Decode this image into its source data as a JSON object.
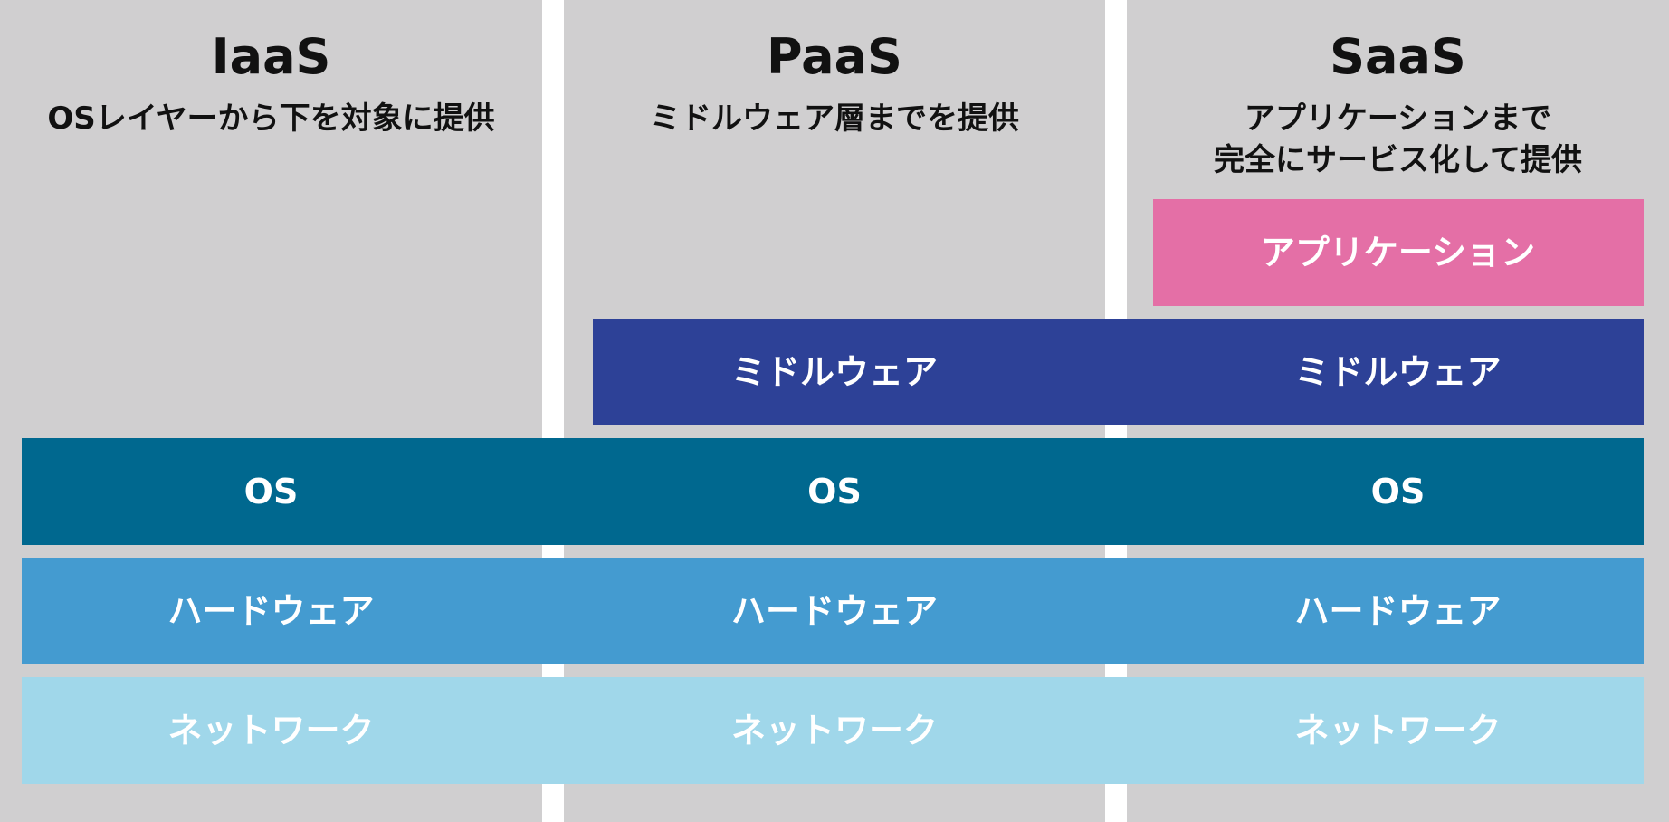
{
  "columns": [
    {
      "title": "IaaS",
      "subtitle": "OSレイヤーから下を対象に提供"
    },
    {
      "title": "PaaS",
      "subtitle": "ミドルウェア層までを提供"
    },
    {
      "title": "SaaS",
      "subtitle": "アプリケーションまで\n完全にサービス化して提供"
    }
  ],
  "layers": {
    "application": {
      "label": "アプリケーション",
      "color": "#e46fa6"
    },
    "middleware": {
      "label": "ミドルウェア",
      "color": "#2d4197"
    },
    "os": {
      "label": "OS",
      "color": "#00688f"
    },
    "hardware": {
      "label": "ハードウェア",
      "color": "#449bd0"
    },
    "network": {
      "label": "ネットワーク",
      "color": "#a0d7ea"
    }
  },
  "colors": {
    "column_background": "#d0cfd0",
    "gutter": "#ffffff",
    "text_dark": "#111111",
    "text_light": "#ffffff"
  }
}
